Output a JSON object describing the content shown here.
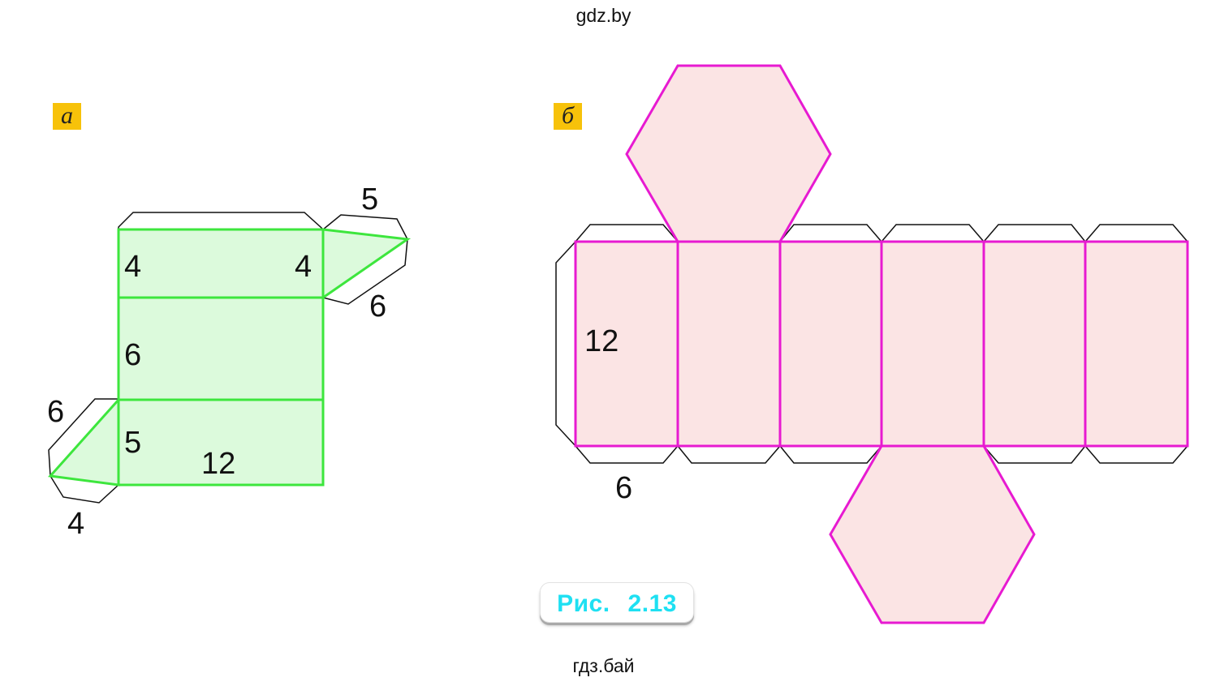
{
  "watermark": {
    "top": "gdz.by",
    "bottom": "гдз.бай"
  },
  "figure_a": {
    "tag": "а",
    "labels": [
      "5",
      "4",
      "4",
      "6",
      "6",
      "6",
      "5",
      "12",
      "4"
    ],
    "colors": {
      "stroke": "#3de63d",
      "fill": "#dcfadc",
      "flap": "#111111"
    }
  },
  "figure_b": {
    "tag": "б",
    "labels": [
      "12",
      "6"
    ],
    "colors": {
      "stroke": "#e71ad1",
      "fill": "#fbe4e4",
      "flap": "#111111"
    }
  },
  "caption": {
    "prefix": "Рис.",
    "number": "2.13"
  }
}
